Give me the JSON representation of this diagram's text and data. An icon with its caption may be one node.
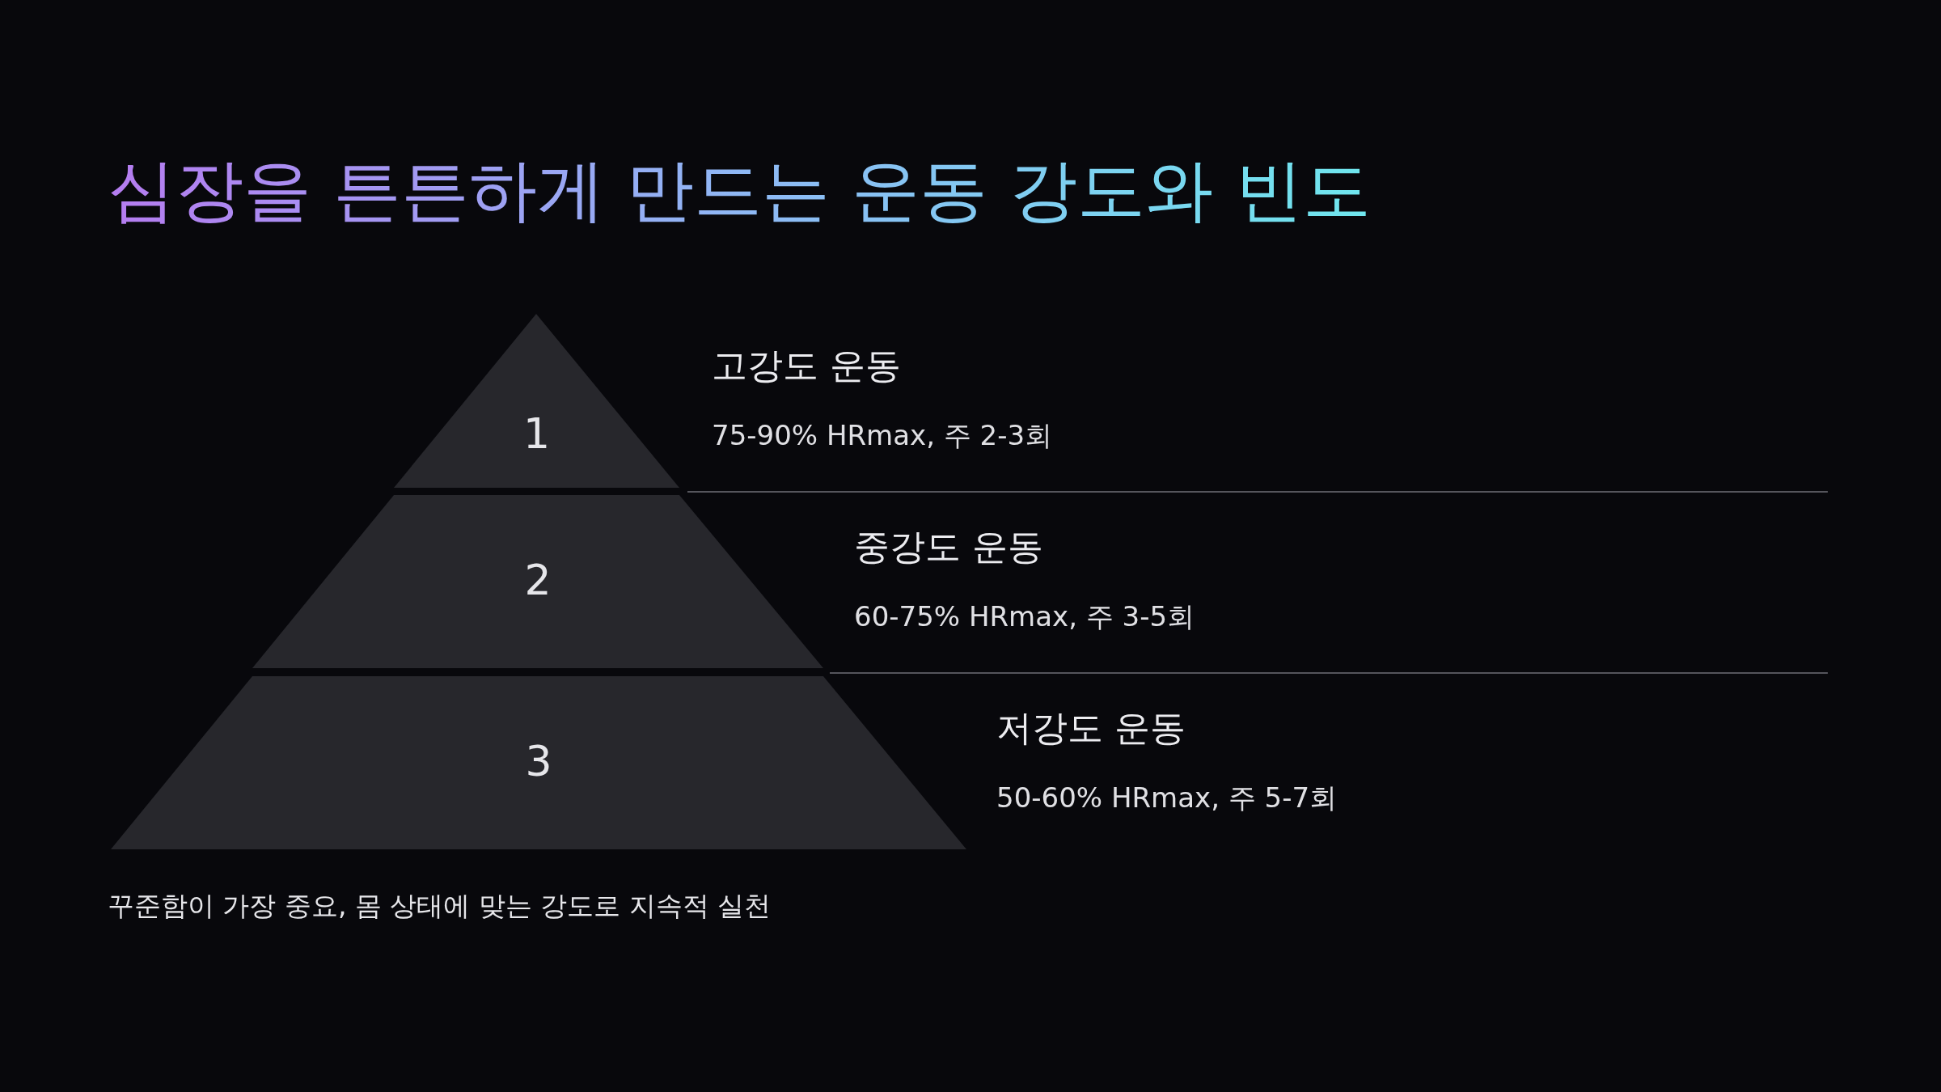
{
  "diagram": {
    "title": "심장을 튼튼하게 만드는 운동 강도와 빈도",
    "caption": "꾸준함이 가장 중요, 몸 상태에 맞는 강도로 지속적 실천",
    "nodes": [
      {
        "text": [
          "1"
        ],
        "beside": [
          "고강도 운동",
          "75-90% HRmax, 주 2-3회"
        ]
      },
      {
        "text": [
          "2"
        ],
        "beside": [
          "중강도 운동",
          "60-75% HRmax, 주 3-5회"
        ]
      },
      {
        "text": [
          "3"
        ],
        "beside": [
          "저강도 운동",
          "50-60% HRmax, 주 5-7회"
        ]
      }
    ],
    "edges": []
  }
}
